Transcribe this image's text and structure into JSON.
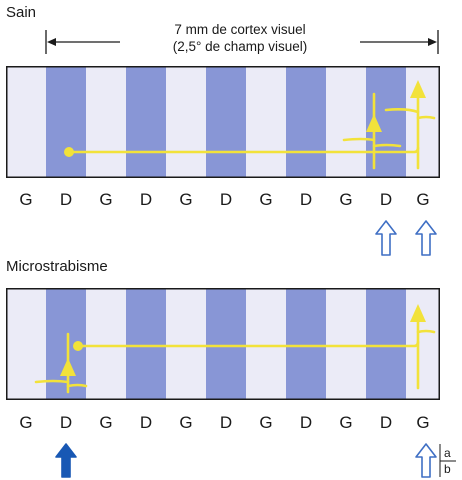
{
  "sain": {
    "title": "Sain",
    "scale_line1": "7 mm de cortex visuel",
    "scale_line2": "(2,5° de champ visuel)",
    "columns": [
      "G",
      "D",
      "G",
      "D",
      "G",
      "D",
      "G",
      "D",
      "G",
      "D",
      "G"
    ]
  },
  "micro": {
    "title": "Microstrabisme",
    "columns": [
      "G",
      "D",
      "G",
      "D",
      "G",
      "D",
      "G",
      "D",
      "G",
      "D",
      "G"
    ]
  },
  "legend": {
    "a": "a",
    "b": "b"
  },
  "colors": {
    "stripe_dark": "#8896d6",
    "stripe_light": "#ebebf7",
    "neuron": "#f2e23a",
    "arrow_outline": "#3f6fc4",
    "arrow_filled": "#1858b4",
    "border": "#1a1a1a"
  }
}
